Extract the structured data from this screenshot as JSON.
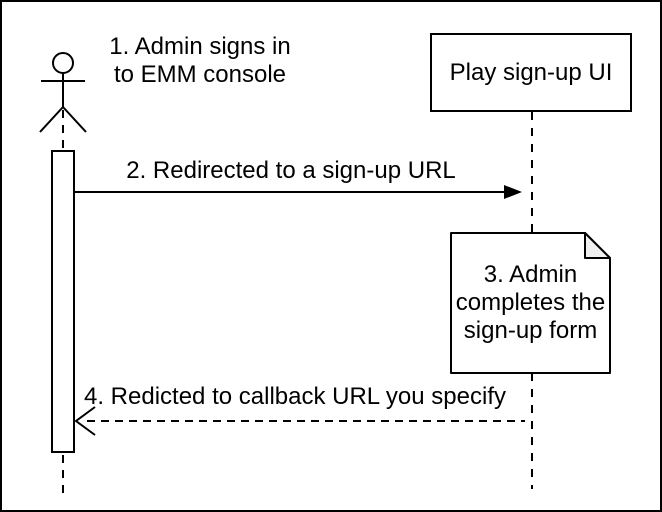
{
  "participants": {
    "play_signup_ui": {
      "label": "Play sign-up UI"
    },
    "admin_actor": {
      "shape": "stick-figure-actor"
    }
  },
  "messages": {
    "step1": {
      "text": "1. Admin signs in\nto EMM console"
    },
    "step2": {
      "text": "2. Redirected to a sign-up URL",
      "arrow": "solid-filled-head"
    },
    "step3_note": {
      "text": "3. Admin\ncompletes the\nsign-up form",
      "shape": "note"
    },
    "step4": {
      "text": "4. Redicted to callback URL you specify",
      "arrow": "dashed-open-head"
    }
  },
  "colors": {
    "line": "#000000",
    "background": "#ffffff",
    "note_fill": "#ffffff",
    "note_fold": "#f0f0f0"
  }
}
